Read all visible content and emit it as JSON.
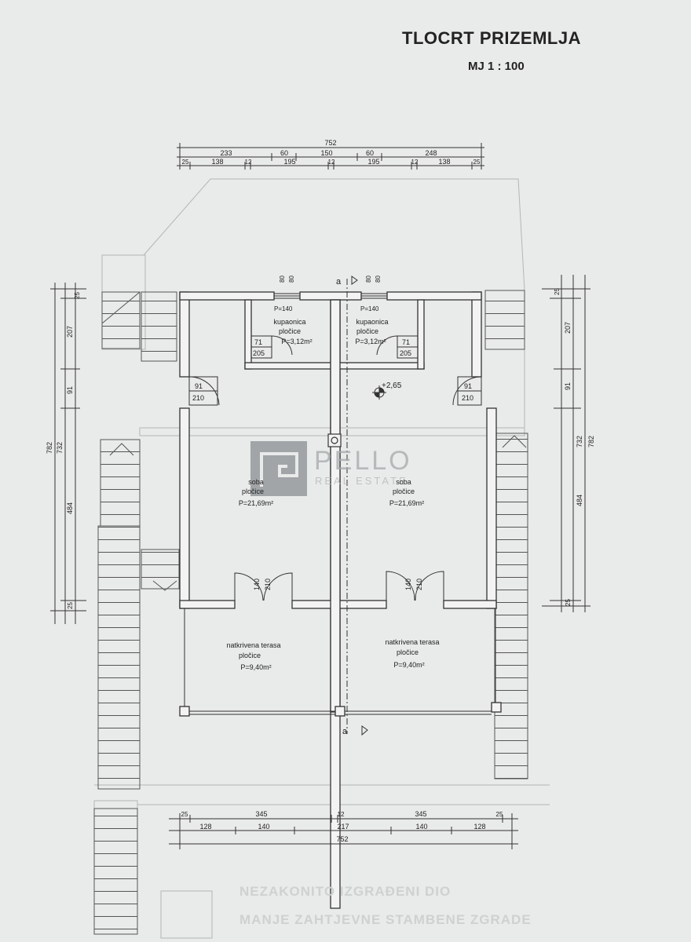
{
  "header": {
    "title": "TLOCRT PRIZEMLJA",
    "scale": "MJ 1 : 100"
  },
  "dims_top": {
    "total": "752",
    "row1": [
      "233",
      "60",
      "150",
      "60",
      "248"
    ],
    "row2": [
      "25",
      "138",
      "12",
      "195",
      "12",
      "195",
      "12",
      "138",
      "25"
    ]
  },
  "dims_bottom": {
    "row1": [
      "25",
      "345",
      "12",
      "345",
      "25"
    ],
    "row2": [
      "128",
      "140",
      "217",
      "140",
      "128"
    ],
    "total": "752"
  },
  "dims_left": {
    "outer": "782",
    "inner": "732",
    "parts": [
      "207",
      "91",
      "484"
    ],
    "top_small": "25",
    "bottom_small": "25"
  },
  "dims_right": {
    "outer": "782",
    "inner": "732",
    "parts": [
      "207",
      "91",
      "484"
    ],
    "top_small": "25",
    "bottom_small": "25"
  },
  "section_mark": "a",
  "level": "+2,65",
  "rooms": [
    {
      "name": "kupaonica",
      "finish": "pločice",
      "area": "P=3,12m²"
    },
    {
      "name": "kupaonica",
      "finish": "pločice",
      "area": "P=3,12m²"
    },
    {
      "name": "soba",
      "finish": "pločice",
      "area": "P=21,69m²"
    },
    {
      "name": "soba",
      "finish": "pločice",
      "area": "P=21,69m²"
    },
    {
      "name": "natkrivena terasa",
      "finish": "pločice",
      "area": "P=9,40m²"
    },
    {
      "name": "natkrivena terasa",
      "finish": "pločice",
      "area": "P=9,40m²"
    }
  ],
  "openings": {
    "window_top": [
      "80",
      "80"
    ],
    "window_sill": "P=140",
    "bath_door": [
      "71",
      "205"
    ],
    "entry_door": [
      "91",
      "210"
    ],
    "terrace_door": [
      "140",
      "210"
    ]
  },
  "watermark": {
    "brand": "PELLO",
    "sub": "REAL ESTATE"
  },
  "faded_notes": [
    "NEZAKONITO IZGRAĐENI DIO",
    "MANJE ZAHTJEVNE STAMBENE ZGRADE"
  ],
  "colors": {
    "paper": "#e9eaea",
    "ink": "#222222",
    "wall_fill": "#f3f3f3",
    "watermark_box": "#8a8f92"
  }
}
